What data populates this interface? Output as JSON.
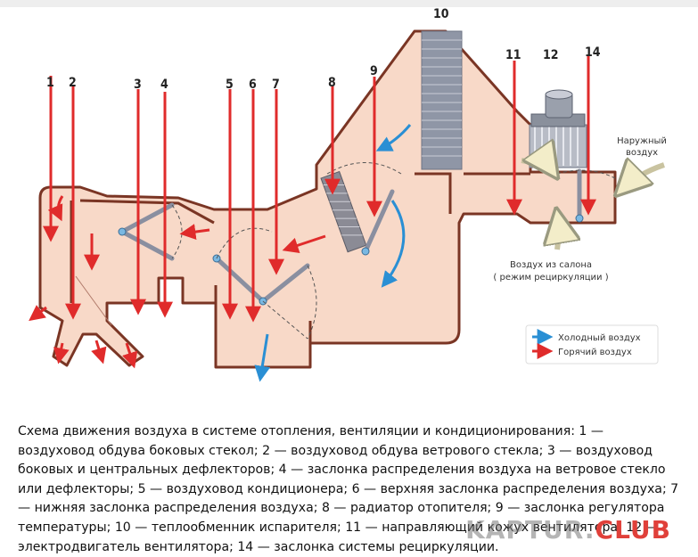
{
  "diagram": {
    "callouts": [
      "1",
      "2",
      "3",
      "4",
      "5",
      "6",
      "7",
      "8",
      "9",
      "10",
      "11",
      "12",
      "14"
    ],
    "note_outside": "Наружный воздух",
    "note_cabin": "Воздух из салона ( режим рециркуляции )",
    "legend": {
      "cold": "Холодный воздух",
      "hot": "Горячий воздух"
    },
    "colors": {
      "duct_fill": "#f8d9c8",
      "duct_outline": "#7a3524",
      "hot_arrow": "#e02b2b",
      "cold_arrow": "#2a8fd4",
      "flap": "#8a8fa0",
      "radiator": "#8b8b95",
      "evaporator": "#8f96a6",
      "motor": "#9aa0ac"
    }
  },
  "caption": "Схема движения воздуха в системе отопления, вентиляции и кондиционирования: 1 — воздуховод обдува боковых стекол; 2 — воздуховод обдува ветрового стекла; 3 — воздуховод боковых и центральных дефлекторов; 4 — заслонка распределения воздуха на ветровое стекло или дефлекторы; 5 — воздуховод кондиционера; 6 — верхняя заслонка распределения воздуха; 7 — нижняя заслонка распределения воздуха; 8 — радиатор отопителя; 9 — заслонка регулятора температуры; 10 — теплообменник испарителя; 11 — направляющий кожух вентилятора; 12 — электродвигатель вентилятора; 14 — заслонка системы рециркуляции.",
  "watermark": {
    "part1": "KAPTUR.",
    "part2": "CLUB"
  }
}
